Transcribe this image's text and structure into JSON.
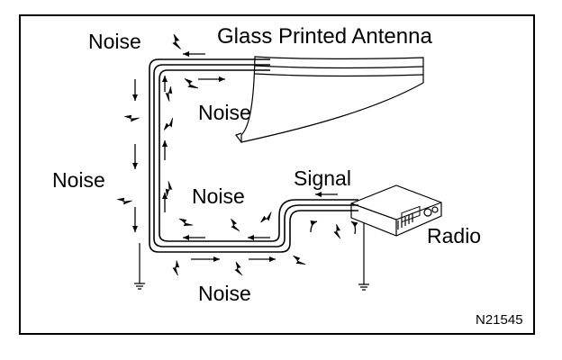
{
  "diagram": {
    "title": "Glass Printed Antenna",
    "noise_label": "Noise",
    "signal_label": "Signal",
    "radio_label": "Radio",
    "figure_code": "N21545"
  }
}
